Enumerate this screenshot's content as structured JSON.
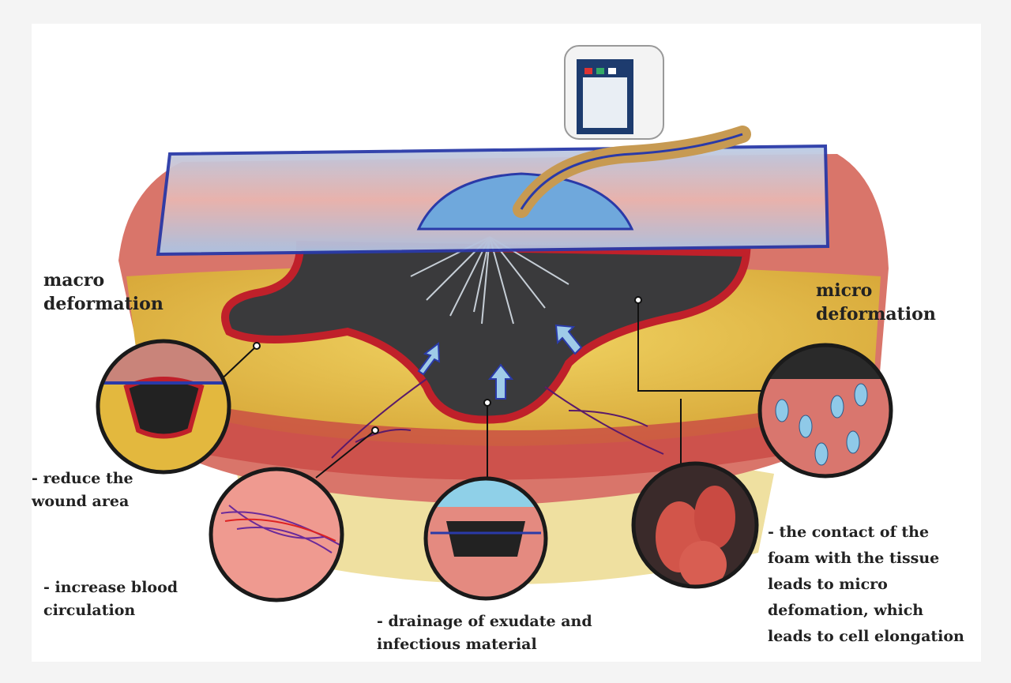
{
  "labels": {
    "macro": [
      "macro",
      "deformation"
    ],
    "micro": [
      "micro",
      "deformation"
    ],
    "reduce": [
      "- reduce the",
      "wound area"
    ],
    "blood": [
      "- increase blood",
      "circulation"
    ],
    "drainage": [
      "- drainage of exudate and",
      "infectious material"
    ],
    "contact": [
      "- the contact of the",
      "foam with the tissue",
      "leads to micro",
      "defomation, which",
      "leads to cell elongation"
    ]
  },
  "colors": {
    "skin": "#d9756a",
    "fat": "#e8c64a",
    "wound": "#3a3a3c",
    "dressing": "#8fb6dc",
    "border": "#c0202a",
    "outline": "#2a3aa8"
  }
}
